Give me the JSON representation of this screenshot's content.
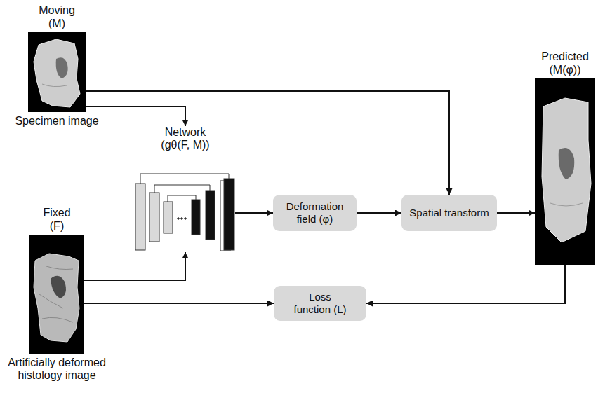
{
  "diagram": {
    "nodes": [
      {
        "text": [
          "Moving (M)",
          "Specimen image"
        ]
      },
      {
        "text": [
          "Network (gθ(F, M))"
        ]
      },
      {
        "text": [
          "Fixed (F)",
          "Artificially deformed histology image"
        ]
      },
      {
        "text": [
          "Deformation field (φ)"
        ]
      },
      {
        "text": [
          "Spatial transform"
        ]
      },
      {
        "text": [
          "Predicted (M(φ))"
        ]
      },
      {
        "text": [
          "Loss function (L)"
        ]
      }
    ],
    "edges": [
      {
        "from": 0,
        "to": 1,
        "arrow": "to"
      },
      {
        "from": 0,
        "to": 4,
        "arrow": "to"
      },
      {
        "from": 2,
        "to": 1,
        "arrow": "to"
      },
      {
        "from": 1,
        "to": 3,
        "arrow": "to"
      },
      {
        "from": 3,
        "to": 4,
        "arrow": "to"
      },
      {
        "from": 4,
        "to": 5,
        "arrow": "to"
      },
      {
        "from": 2,
        "to": 6,
        "arrow": "to"
      },
      {
        "from": 5,
        "to": 6,
        "arrow": "to"
      }
    ]
  }
}
